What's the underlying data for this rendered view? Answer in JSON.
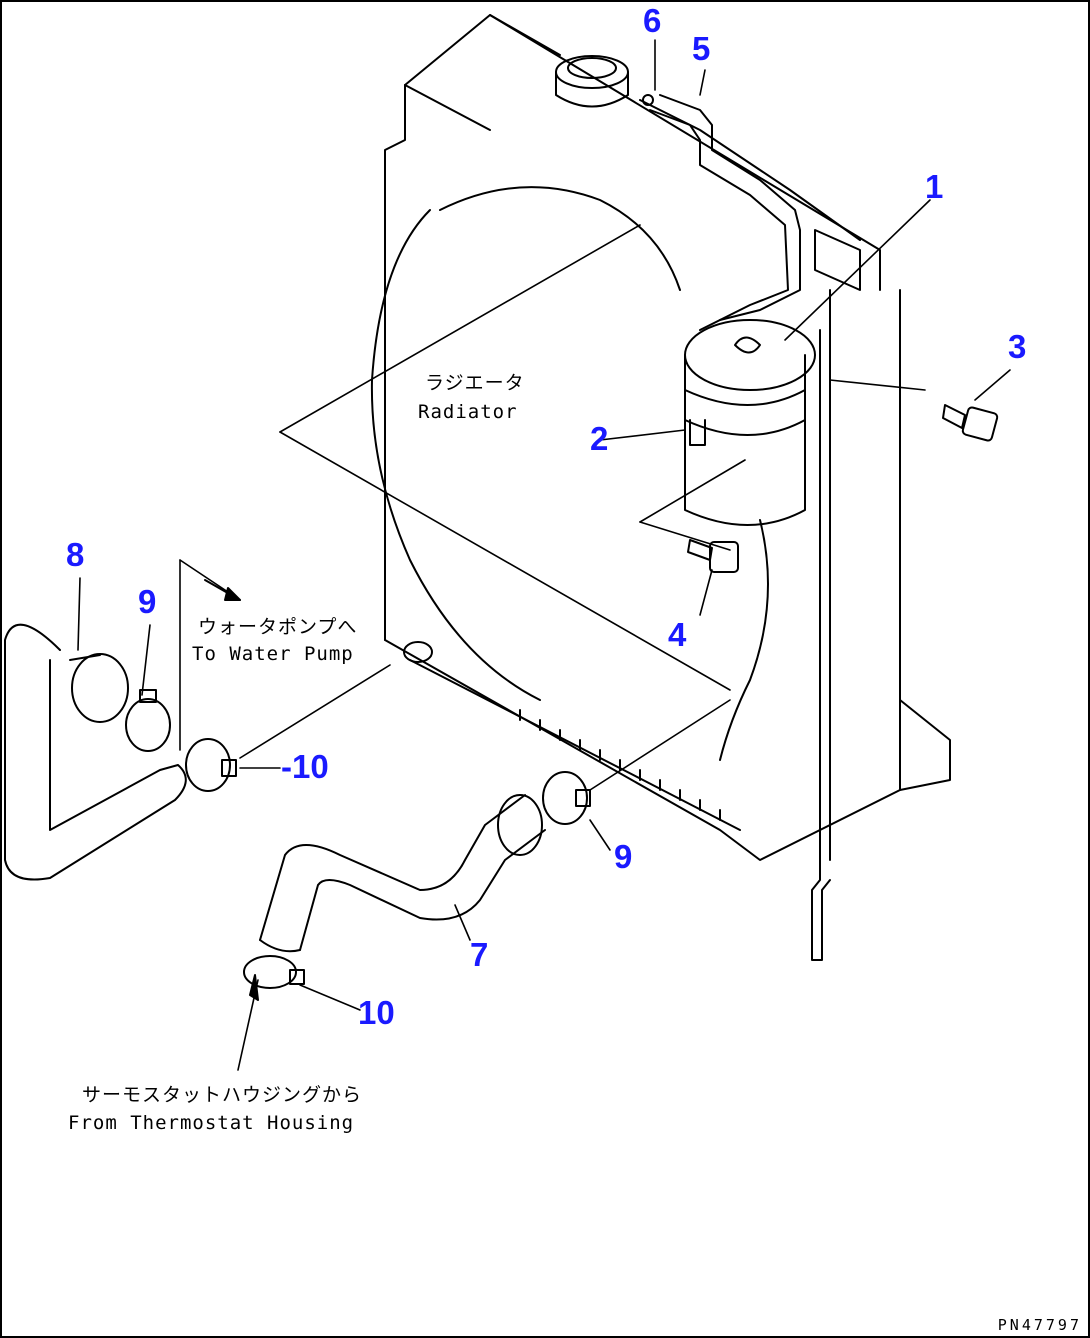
{
  "labels": {
    "radiator_jp": "ラジエータ",
    "radiator_en": "Radiator",
    "to_pump_jp": "ウォータポンプへ",
    "to_pump_en": "To Water Pump",
    "from_thermo_jp": "サーモスタットハウジングから",
    "from_thermo_en": "From Thermostat Housing"
  },
  "callouts": {
    "c1": "1",
    "c2": "2",
    "c3": "3",
    "c4": "4",
    "c5": "5",
    "c6": "6",
    "c7": "7",
    "c8": "8",
    "c9a": "9",
    "c9b": "9",
    "c10a": "-10",
    "c10b": "10"
  },
  "figure_code": "PN47797",
  "colors": {
    "callout": "#1a1aff",
    "line": "#000000"
  }
}
